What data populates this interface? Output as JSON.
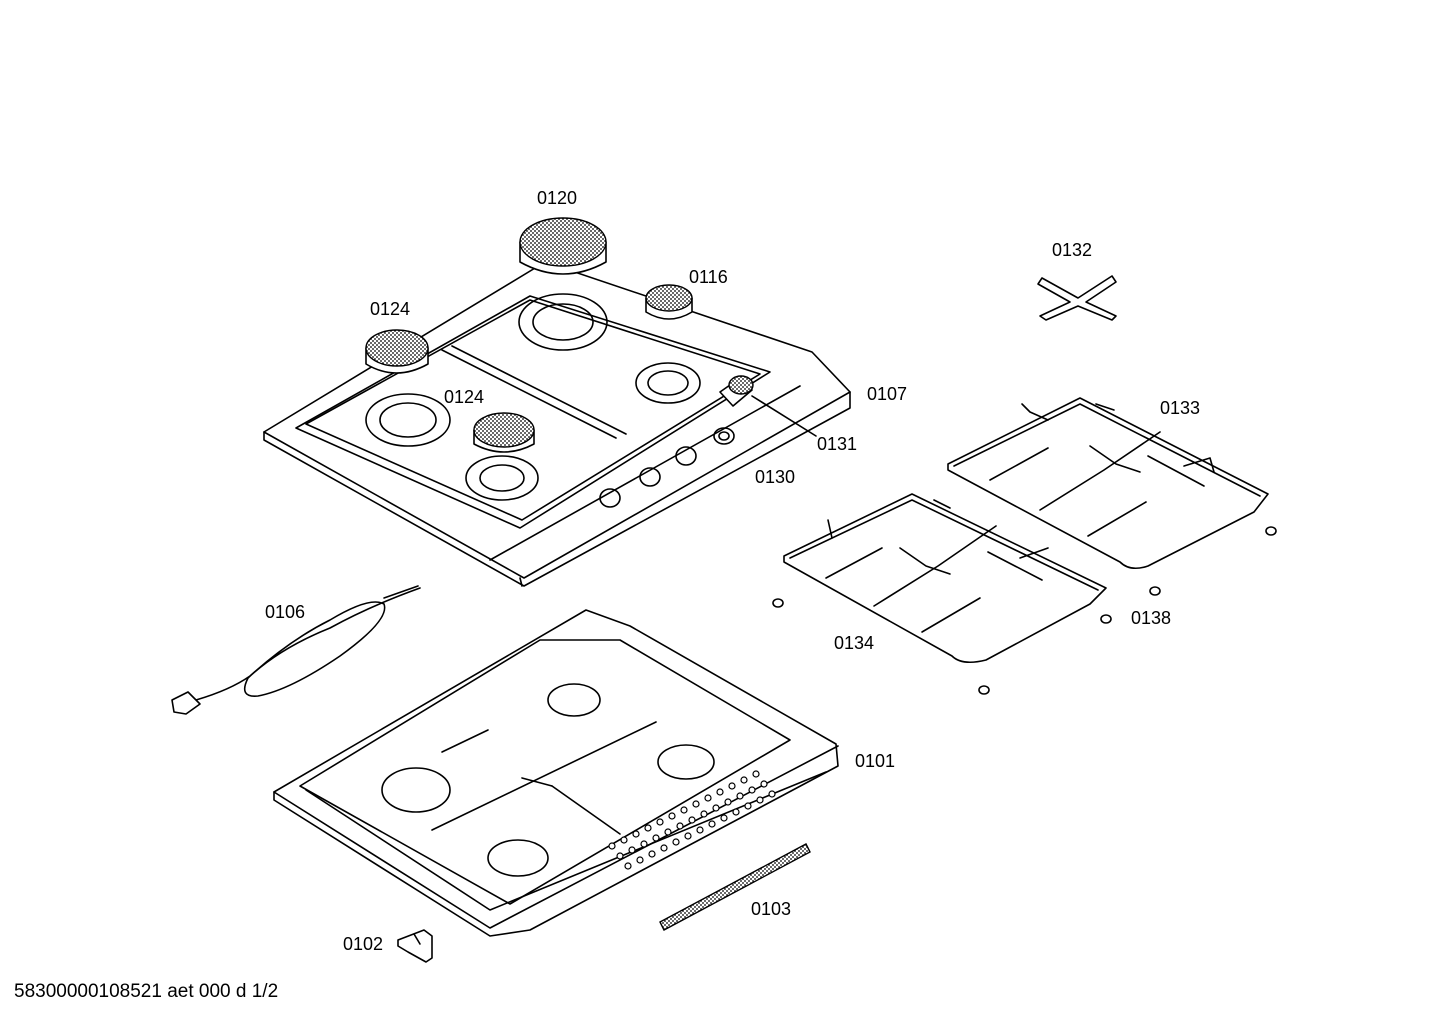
{
  "parts": [
    {
      "id": "p0120",
      "label": "0120"
    },
    {
      "id": "p0116",
      "label": "0116"
    },
    {
      "id": "p0124a",
      "label": "0124"
    },
    {
      "id": "p0124b",
      "label": "0124"
    },
    {
      "id": "p0107",
      "label": "0107"
    },
    {
      "id": "p0131",
      "label": "0131"
    },
    {
      "id": "p0130",
      "label": "0130"
    },
    {
      "id": "p0132",
      "label": "0132"
    },
    {
      "id": "p0133",
      "label": "0133"
    },
    {
      "id": "p0138",
      "label": "0138"
    },
    {
      "id": "p0134",
      "label": "0134"
    },
    {
      "id": "p0106",
      "label": "0106"
    },
    {
      "id": "p0101",
      "label": "0101"
    },
    {
      "id": "p0103",
      "label": "0103"
    },
    {
      "id": "p0102",
      "label": "0102"
    }
  ],
  "footer": "58300000108521 aet 000 d 1/2"
}
